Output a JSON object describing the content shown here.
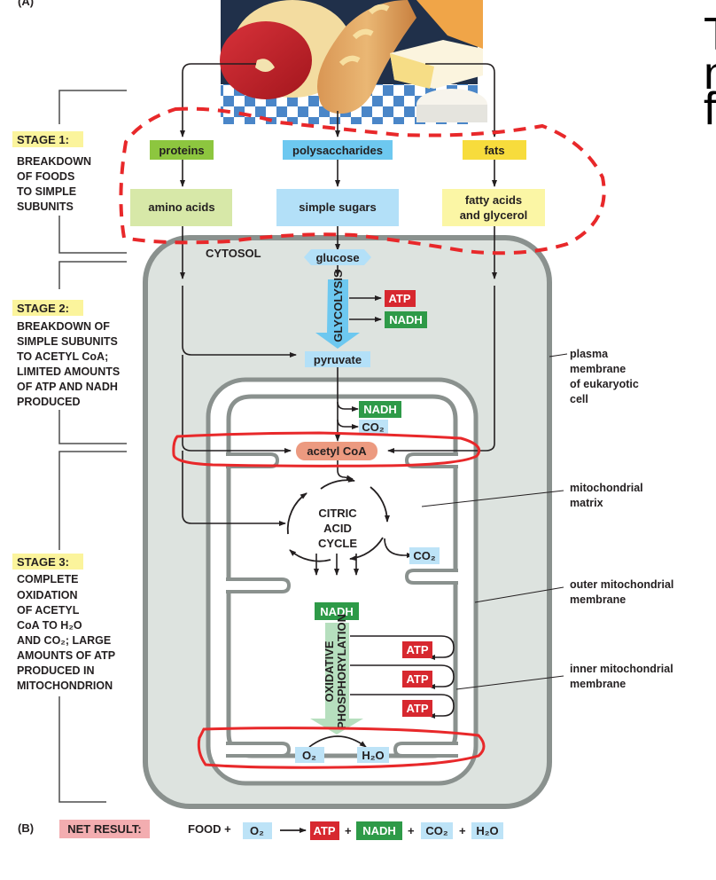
{
  "panel_labels": {
    "a": "(A)",
    "b": "(B)"
  },
  "side_text": [
    "T",
    "n",
    "f"
  ],
  "food_image": {
    "name": "food-illustration",
    "items": [
      "meat",
      "bread",
      "cheese"
    ]
  },
  "stages": [
    {
      "title": "STAGE 1:",
      "lines": [
        "BREAKDOWN",
        "OF FOODS",
        "TO SIMPLE",
        "SUBUNITS"
      ]
    },
    {
      "title": "STAGE 2:",
      "lines": [
        "BREAKDOWN OF",
        "SIMPLE SUBUNITS",
        "TO ACETYL CoA;",
        "LIMITED AMOUNTS",
        "OF ATP AND NADH",
        "PRODUCED"
      ]
    },
    {
      "title": "STAGE 3:",
      "lines": [
        "COMPLETE",
        "OXIDATION",
        "OF ACETYL",
        "CoA TO H₂O",
        "AND CO₂; LARGE",
        "AMOUNTS OF ATP",
        "PRODUCED IN",
        "MITOCHONDRION"
      ]
    }
  ],
  "macromolecules": [
    {
      "label": "proteins",
      "color": "#8dc63f"
    },
    {
      "label": "polysaccharides",
      "color": "#6dc8f0"
    },
    {
      "label": "fats",
      "color": "#f7dc3c"
    }
  ],
  "subunits": [
    {
      "label": "amino acids",
      "color": "#d7e8a8"
    },
    {
      "label": "simple sugars",
      "color": "#b3e0f8"
    },
    {
      "label": "fatty acids",
      "label2": "and glycerol",
      "color": "#fbf6a5"
    }
  ],
  "cytosol_label": "CYTOSOL",
  "glucose": "glucose",
  "glycolysis": "GLYCOLYSIS",
  "pyruvate": "pyruvate",
  "acetyl_coa": "acetyl CoA",
  "citric_acid_cycle": [
    "CITRIC",
    "ACID",
    "CYCLE"
  ],
  "oxidative_phosphorylation": [
    "OXIDATIVE",
    "PHOSPHORYLATION"
  ],
  "molecules": {
    "atp": "ATP",
    "nadh": "NADH",
    "co2": "CO₂",
    "o2": "O₂",
    "h2o": "H₂O"
  },
  "annotations": [
    {
      "lines": [
        "plasma",
        "membrane",
        "of eukaryotic",
        "cell"
      ]
    },
    {
      "lines": [
        "mitochondrial",
        "matrix"
      ]
    },
    {
      "lines": [
        "outer mitochondrial",
        "membrane"
      ]
    },
    {
      "lines": [
        "inner mitochondrial",
        "membrane"
      ]
    }
  ],
  "net_result": {
    "label": "NET RESULT:",
    "food": "FOOD +",
    "terms": [
      "O₂",
      "ATP",
      "NADH",
      "CO₂",
      "H₂O"
    ],
    "plus": "+"
  },
  "colors": {
    "atp": "#d7282f",
    "nadh": "#2e9a48",
    "light_blue": "#bde3f7",
    "acetyl": "#ec9a80",
    "cytosol": "#dde3df",
    "membrane": "#8a918e",
    "stage_highlight": "#fbf49c",
    "net_result": "#f3adb0",
    "annotation_red": "#e8282a"
  }
}
